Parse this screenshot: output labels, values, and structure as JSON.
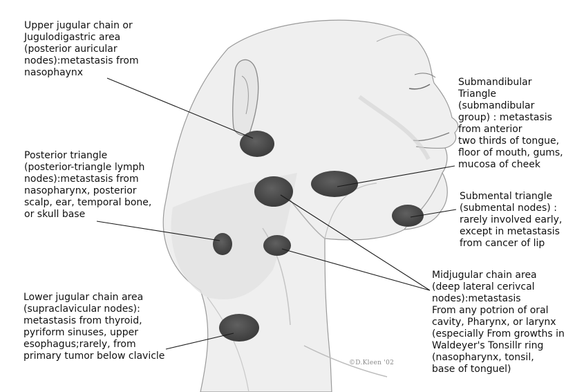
{
  "labels": {
    "upper_jugular": "Upper jugular chain or\nJugulodigastric area\n(posterior auricular\nnodes):metastasis from\nnasophaynx",
    "posterior_triangle": "Posterior triangle\n(posterior-triangle lymph\nnodes):metastasis from\nnasopharynx, posterior\nscalp, ear, temporal bone,\nor skull base",
    "lower_jugular": "Lower jugular chain area\n(supraclavicular nodes):\nmetastasis from thyroid,\npyriform sinuses, upper\nesophagus;rarely, from\nprimary tumor below clavicle",
    "submandibular": "Submandibular\nTriangle\n(submandibular\ngroup) : metastasis\nfrom anterior\ntwo thirds of tongue,\nfloor of mouth, gums,\nmucosa of cheek",
    "submental": "Submental triangle\n(submental nodes) :\nrarely involved early,\nexcept in metastasis\nfrom cancer of lip",
    "midjugular": "Midjugular chain area\n(deep lateral cerivcal\nnodes):metastasis\nFrom any potrion of oral\ncavity, Pharynx, or larynx\n(especially From growths in\nWaldeyer's Tonsillr ring\n(nasopharynx, tonsil,\nbase of tonguel)"
  },
  "signature": "©D.Kleen '02",
  "colors": {
    "node_fill": "#4a4a4a",
    "skin_shade": "#e6e6e6",
    "outline": "#8a8a8a",
    "leader_line": "#1a1a1a"
  }
}
